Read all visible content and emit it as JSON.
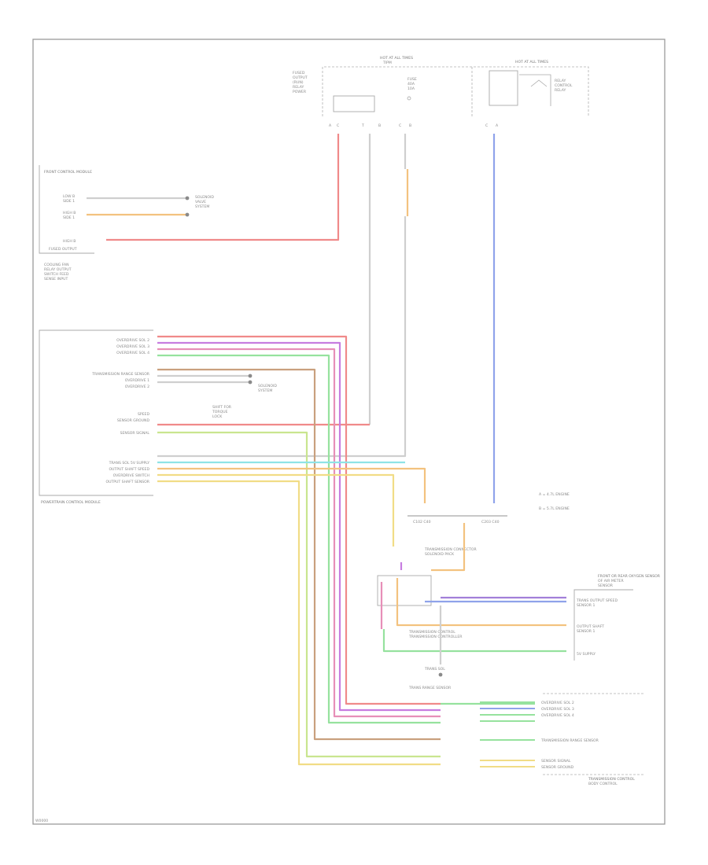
{
  "diagram_id": "W0000",
  "blocks": {
    "top_fuse": [
      "HOT AT ALL TIMES",
      "TIPM"
    ],
    "relay": [
      "HOT AT ALL TIMES",
      "RELAY"
    ],
    "left_top_module": [
      "FRONT CONTROL MODULE"
    ],
    "left_bottom_module": "POWERTRAIN CONTROL MODULE",
    "legend": [
      "A = 4.7L ENGINE",
      "B = 5.7L ENGINE"
    ],
    "right_module": [
      "FRONT OR REAR OXYGEN SENSOR"
    ],
    "mid_label": [
      "TRANSMISSION CONNECTOR",
      "SOLENOID PACK"
    ],
    "bottom_right_module": "TRANS RANGE SENSOR",
    "bottom_right_caption": [
      "TRANSMISSION CONTROL"
    ]
  },
  "left_pins": [
    "OVERDRIVE SOL 2",
    "OVERDRIVE SOL 3",
    "OVERDRIVE SOL 4",
    "TRANSMISSION RANGE SENSOR",
    "OVERDRIVE 1",
    "OVERDRIVE 2",
    "SPEED",
    "SENSOR GROUND",
    "SENSOR SIGNAL",
    "TRANS SOL 5V SUPPLY",
    "OUTPUT SHAFT SPEED",
    "OVERDRIVE SWITCH",
    "OUTPUT SHAFT SENSOR"
  ],
  "right_pins": [
    "OVERDRIVE SOL 2",
    "OVERDRIVE SOL 3",
    "OVERDRIVE SOL 4",
    "TRANSMISSION RANGE SENSOR",
    "SENSOR SIGNAL",
    "SENSOR GROUND"
  ],
  "wire_colors": {
    "red": "#f08a8a",
    "pink": "#e78fb8",
    "magenta": "#c77de0",
    "violet": "#a27fd9",
    "blue": "#8fa3ea",
    "green": "#96e29e",
    "lime": "#c9e58f",
    "cyan": "#8fe3e6",
    "orange": "#f3c27f",
    "yellow": "#f1dc86",
    "brown": "#c9a07e",
    "gray": "#cfcfcf"
  }
}
